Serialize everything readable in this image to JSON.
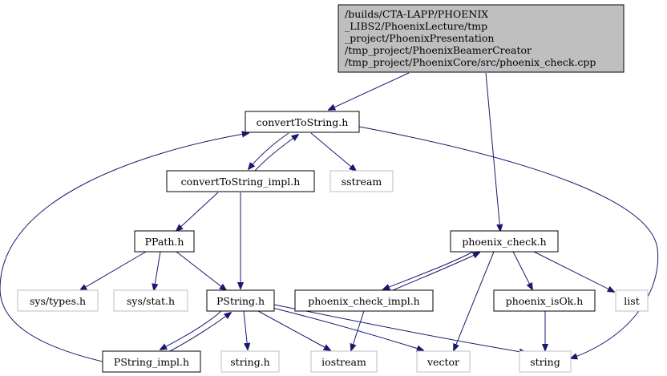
{
  "root": {
    "lines": [
      "/builds/CTA-LAPP/PHOENIX",
      "_LIBS2/PhoenixLecture/tmp",
      "_project/PhoenixPresentation",
      "/tmp_project/PhoenixBeamerCreator",
      "/tmp_project/PhoenixCore/src/phoenix_check.cpp"
    ]
  },
  "nodes": {
    "convertToString": "convertToString.h",
    "convertToString_impl": "convertToString_impl.h",
    "sstream": "sstream",
    "PPath": "PPath.h",
    "phoenix_check": "phoenix_check.h",
    "sys_types": "sys/types.h",
    "sys_stat": "sys/stat.h",
    "PString": "PString.h",
    "phoenix_check_impl": "phoenix_check_impl.h",
    "phoenix_isOk": "phoenix_isOk.h",
    "list": "list",
    "PString_impl": "PString_impl.h",
    "string_h": "string.h",
    "iostream": "iostream",
    "vector": "vector",
    "string": "string"
  },
  "colors": {
    "edge": "#191970",
    "root_fill": "#bfbfbf",
    "external_border": "#bfbfbf"
  }
}
